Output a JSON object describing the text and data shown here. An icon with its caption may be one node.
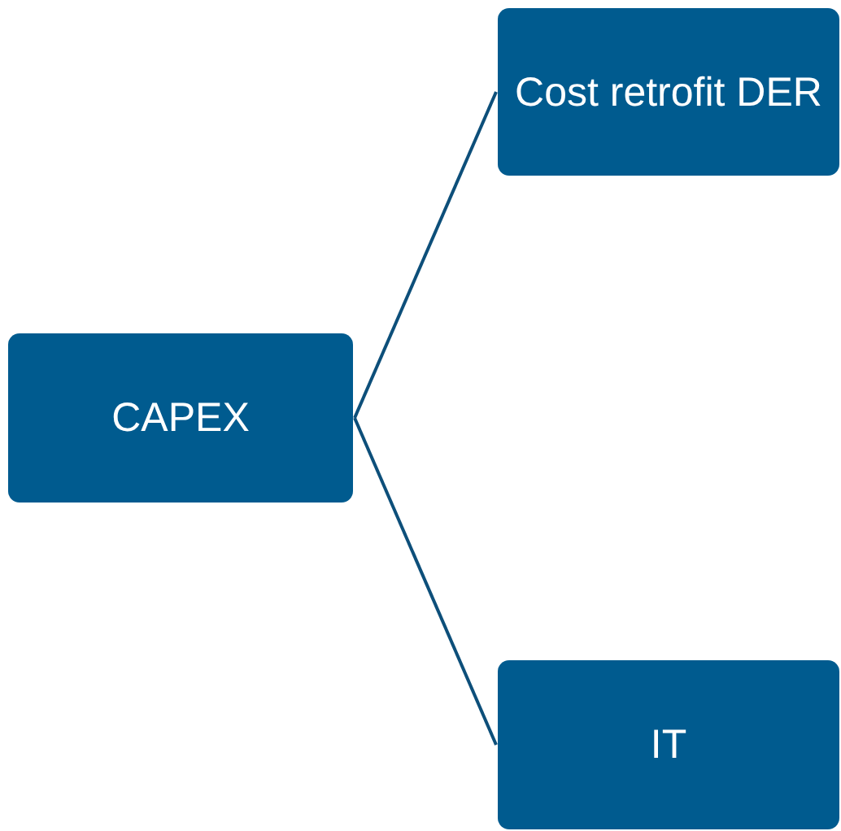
{
  "diagram": {
    "nodes": [
      {
        "text": [
          "CAPEX"
        ]
      },
      {
        "text": [
          "Cost retrofit DER"
        ]
      },
      {
        "text": [
          "IT"
        ]
      }
    ],
    "edges": [
      {
        "from": 0,
        "to": 1,
        "arrow": "none"
      },
      {
        "from": 0,
        "to": 2,
        "arrow": "none"
      }
    ]
  }
}
